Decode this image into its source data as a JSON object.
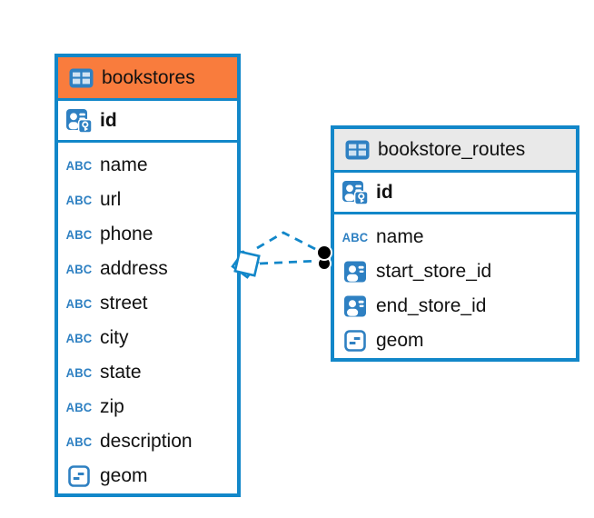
{
  "diagram": {
    "tables": [
      {
        "name": "bookstores",
        "header_color": "#f97c3d",
        "primary_key": {
          "name": "id",
          "type": "primary-key"
        },
        "columns": [
          {
            "name": "name",
            "type": "text"
          },
          {
            "name": "url",
            "type": "text"
          },
          {
            "name": "phone",
            "type": "text"
          },
          {
            "name": "address",
            "type": "text"
          },
          {
            "name": "street",
            "type": "text"
          },
          {
            "name": "city",
            "type": "text"
          },
          {
            "name": "state",
            "type": "text"
          },
          {
            "name": "zip",
            "type": "text"
          },
          {
            "name": "description",
            "type": "text"
          },
          {
            "name": "geom",
            "type": "geometry"
          }
        ]
      },
      {
        "name": "bookstore_routes",
        "header_color": "#e9e9e9",
        "primary_key": {
          "name": "id",
          "type": "primary-key"
        },
        "columns": [
          {
            "name": "name",
            "type": "text"
          },
          {
            "name": "start_store_id",
            "type": "foreign-key"
          },
          {
            "name": "end_store_id",
            "type": "foreign-key"
          },
          {
            "name": "geom",
            "type": "geometry"
          }
        ]
      }
    ],
    "relations": [
      {
        "from_table": "bookstores",
        "to_table": "bookstore_routes",
        "line_style": "dashed",
        "source_marker": "diamond",
        "target_marker": "filled-circle"
      },
      {
        "from_table": "bookstores",
        "to_table": "bookstore_routes",
        "line_style": "dashed",
        "source_marker": "diamond",
        "target_marker": "filled-circle"
      }
    ]
  },
  "colors": {
    "table_border": "#1287c9",
    "relation_line": "#1287c9",
    "icon_blue": "#2e80c2",
    "bookstores_header": "#f97c3d",
    "routes_header": "#e9e9e9",
    "endpoint_dot": "#000000",
    "text": "#111111"
  }
}
